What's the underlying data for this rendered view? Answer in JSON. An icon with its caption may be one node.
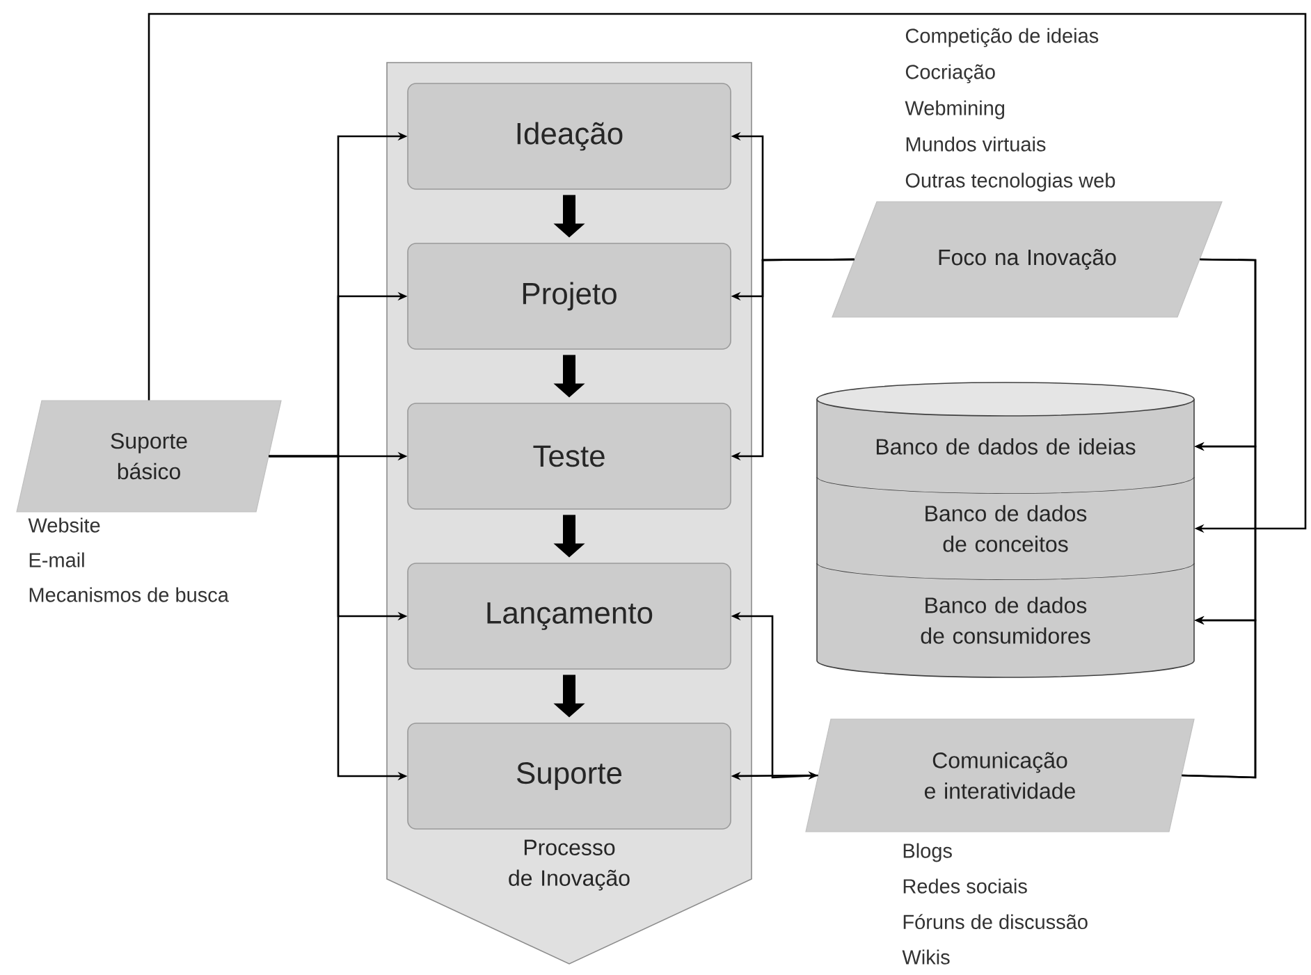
{
  "diagram": {
    "nodes": [
      {
        "text": [
          "Processo de Inovação"
        ]
      },
      {
        "text": [
          "Ideação"
        ],
        "in": 0
      },
      {
        "text": [
          "Projeto"
        ],
        "in": 0
      },
      {
        "text": [
          "Teste"
        ],
        "in": 0
      },
      {
        "text": [
          "Lançamento"
        ],
        "in": 0
      },
      {
        "text": [
          "Suporte"
        ],
        "in": 0
      },
      {
        "text": [
          "Suporte básico"
        ],
        "beside": [
          "Website",
          "E-mail",
          "Mecanismos de busca"
        ]
      },
      {
        "text": [
          "Foco na Inovação"
        ],
        "beside": [
          "Competição de ideias",
          "Cocriação",
          "Webmining",
          "Mundos virtuais",
          "Outras tecnologias web"
        ]
      },
      {
        "text": [
          "Banco de dados de ideias"
        ]
      },
      {
        "text": [
          "Banco de dados de conceitos"
        ]
      },
      {
        "text": [
          "Banco de dados de consumidores"
        ]
      },
      {
        "text": [
          "Comunicação e interatividade"
        ],
        "beside": [
          "Blogs",
          "Redes sociais",
          "Fóruns de discussão",
          "Wikis"
        ]
      }
    ],
    "edges": [
      {
        "from": 6,
        "to": 1,
        "arrow": "to"
      },
      {
        "from": 6,
        "to": 2,
        "arrow": "to"
      },
      {
        "from": 6,
        "to": 3,
        "arrow": "to"
      },
      {
        "from": 6,
        "to": 4,
        "arrow": "to"
      },
      {
        "from": 6,
        "to": 5,
        "arrow": "to"
      },
      {
        "from": 6,
        "to": 9,
        "arrow": "to"
      },
      {
        "from": 7,
        "to": 1,
        "arrow": "to"
      },
      {
        "from": 7,
        "to": 2,
        "arrow": "to"
      },
      {
        "from": 7,
        "to": 3,
        "arrow": "to"
      },
      {
        "from": 7,
        "to": 8,
        "arrow": "to"
      },
      {
        "from": 7,
        "to": 10,
        "arrow": "to"
      },
      {
        "from": 11,
        "to": 8,
        "arrow": "to"
      },
      {
        "from": 11,
        "to": 10,
        "arrow": "to"
      },
      {
        "from": 11,
        "to": 4,
        "arrow": "to"
      },
      {
        "from": 11,
        "to": 5,
        "arrow": "both"
      },
      {
        "from": 1,
        "to": 2,
        "arrow": "to",
        "style": "thick"
      },
      {
        "from": 2,
        "to": 3,
        "arrow": "to",
        "style": "thick"
      },
      {
        "from": 3,
        "to": 4,
        "arrow": "to",
        "style": "thick"
      },
      {
        "from": 4,
        "to": 5,
        "arrow": "to",
        "style": "thick"
      }
    ]
  }
}
